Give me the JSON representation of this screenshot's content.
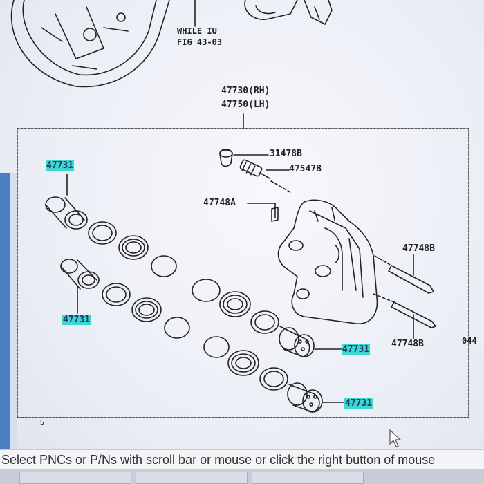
{
  "top_labels": {
    "fig_ref_line1": "WHILE IU",
    "fig_ref_line2": "FIG 43-03",
    "assembly_rh": "47730(RH)",
    "assembly_lh": "47750(LH)"
  },
  "parts": {
    "bleeder_cap": "31478B",
    "bleeder_plug": "47547B",
    "bushing": "47748A",
    "pin_upper": "47748B",
    "pin_lower": "47748B",
    "piston_upper_left": "47731",
    "piston_lower_left": "47731",
    "piston_right_upper": "47731",
    "piston_right_lower": "47731",
    "edge_cut": "044",
    "corner_s": "S"
  },
  "status_bar": {
    "text": "Select PNCs or P/Ns with scroll bar or mouse or click the right button of mouse"
  },
  "colors": {
    "highlight": "#3dd6d0",
    "line": "#222222",
    "rail": "#4a7fc4"
  }
}
